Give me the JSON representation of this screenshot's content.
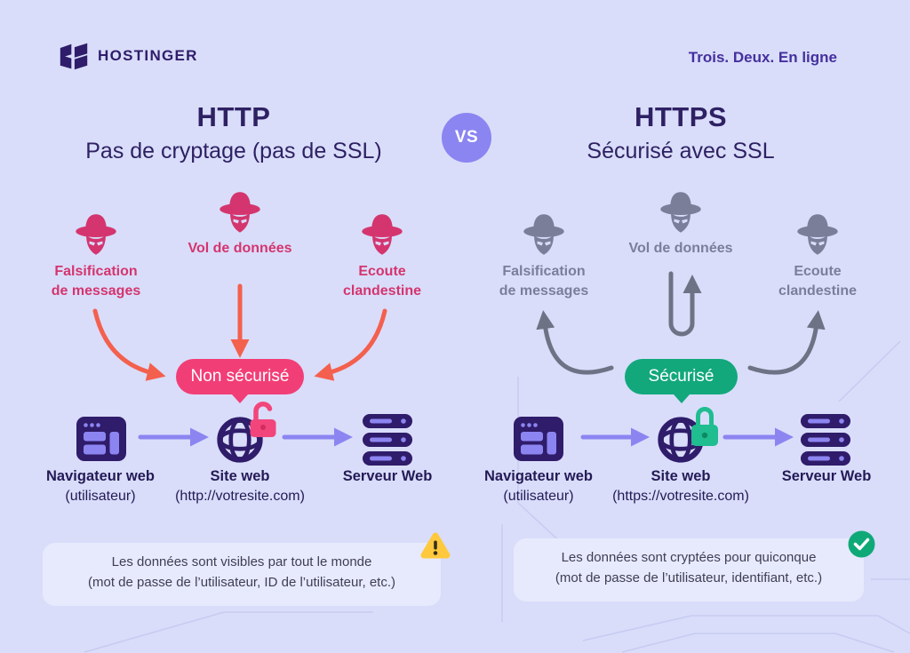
{
  "brand": {
    "logo_text": "HOSTINGER",
    "tagline": "Trois. Deux. En ligne"
  },
  "vs_label": "VS",
  "http": {
    "title": "HTTP",
    "subtitle": "Pas de cryptage (pas de SSL)",
    "threats": {
      "falsification_line1": "Falsification",
      "falsification_line2": "de messages",
      "vol": "Vol de données",
      "ecoute_line1": "Ecoute",
      "ecoute_line2": "clandestine"
    },
    "badge": "Non sécurisé",
    "nodes": {
      "browser_title": "Navigateur web",
      "browser_sub": "(utilisateur)",
      "site_title": "Site web",
      "site_sub": "(http://votresite.com)",
      "server_title": "Serveur Web"
    },
    "note": {
      "line1": "Les données sont visibles par tout le monde",
      "line2": "(mot de passe de l’utilisateur, ID de l’utilisateur, etc.)"
    }
  },
  "https": {
    "title": "HTTPS",
    "subtitle": "Sécurisé avec SSL",
    "threats": {
      "falsification_line1": "Falsification",
      "falsification_line2": "de messages",
      "vol": "Vol de données",
      "ecoute_line1": "Ecoute",
      "ecoute_line2": "clandestine"
    },
    "badge": "Sécurisé",
    "nodes": {
      "browser_title": "Navigateur web",
      "browser_sub": "(utilisateur)",
      "site_title": "Site web",
      "site_sub": "(https://votresite.com)",
      "server_title": "Serveur Web"
    },
    "note": {
      "line1": "Les données sont cryptées pour quiconque",
      "line2": "(mot de passe de l’utilisateur, identifiant, etc.)"
    }
  },
  "colors": {
    "background": "#D9DDFA",
    "brand_dark": "#2F1C6A",
    "heading": "#2E2163",
    "tagline_purple": "#45309E",
    "vs_circle": "#8B85F1",
    "threat_pink": "#D4356F",
    "badge_pink": "#F23E77",
    "arrow_salmon": "#F4604E",
    "threat_gray": "#7A7E99",
    "arrow_gray": "#6E7285",
    "badge_green": "#12A87C",
    "lock_green": "#1FBD90",
    "lock_pink": "#F2457B",
    "flow_arrow_purple": "#8C85F1",
    "warning_yellow": "#FFC93D",
    "check_green": "#0FA978",
    "note_background": "#E7EAFC",
    "note_text": "#3F3D56"
  }
}
